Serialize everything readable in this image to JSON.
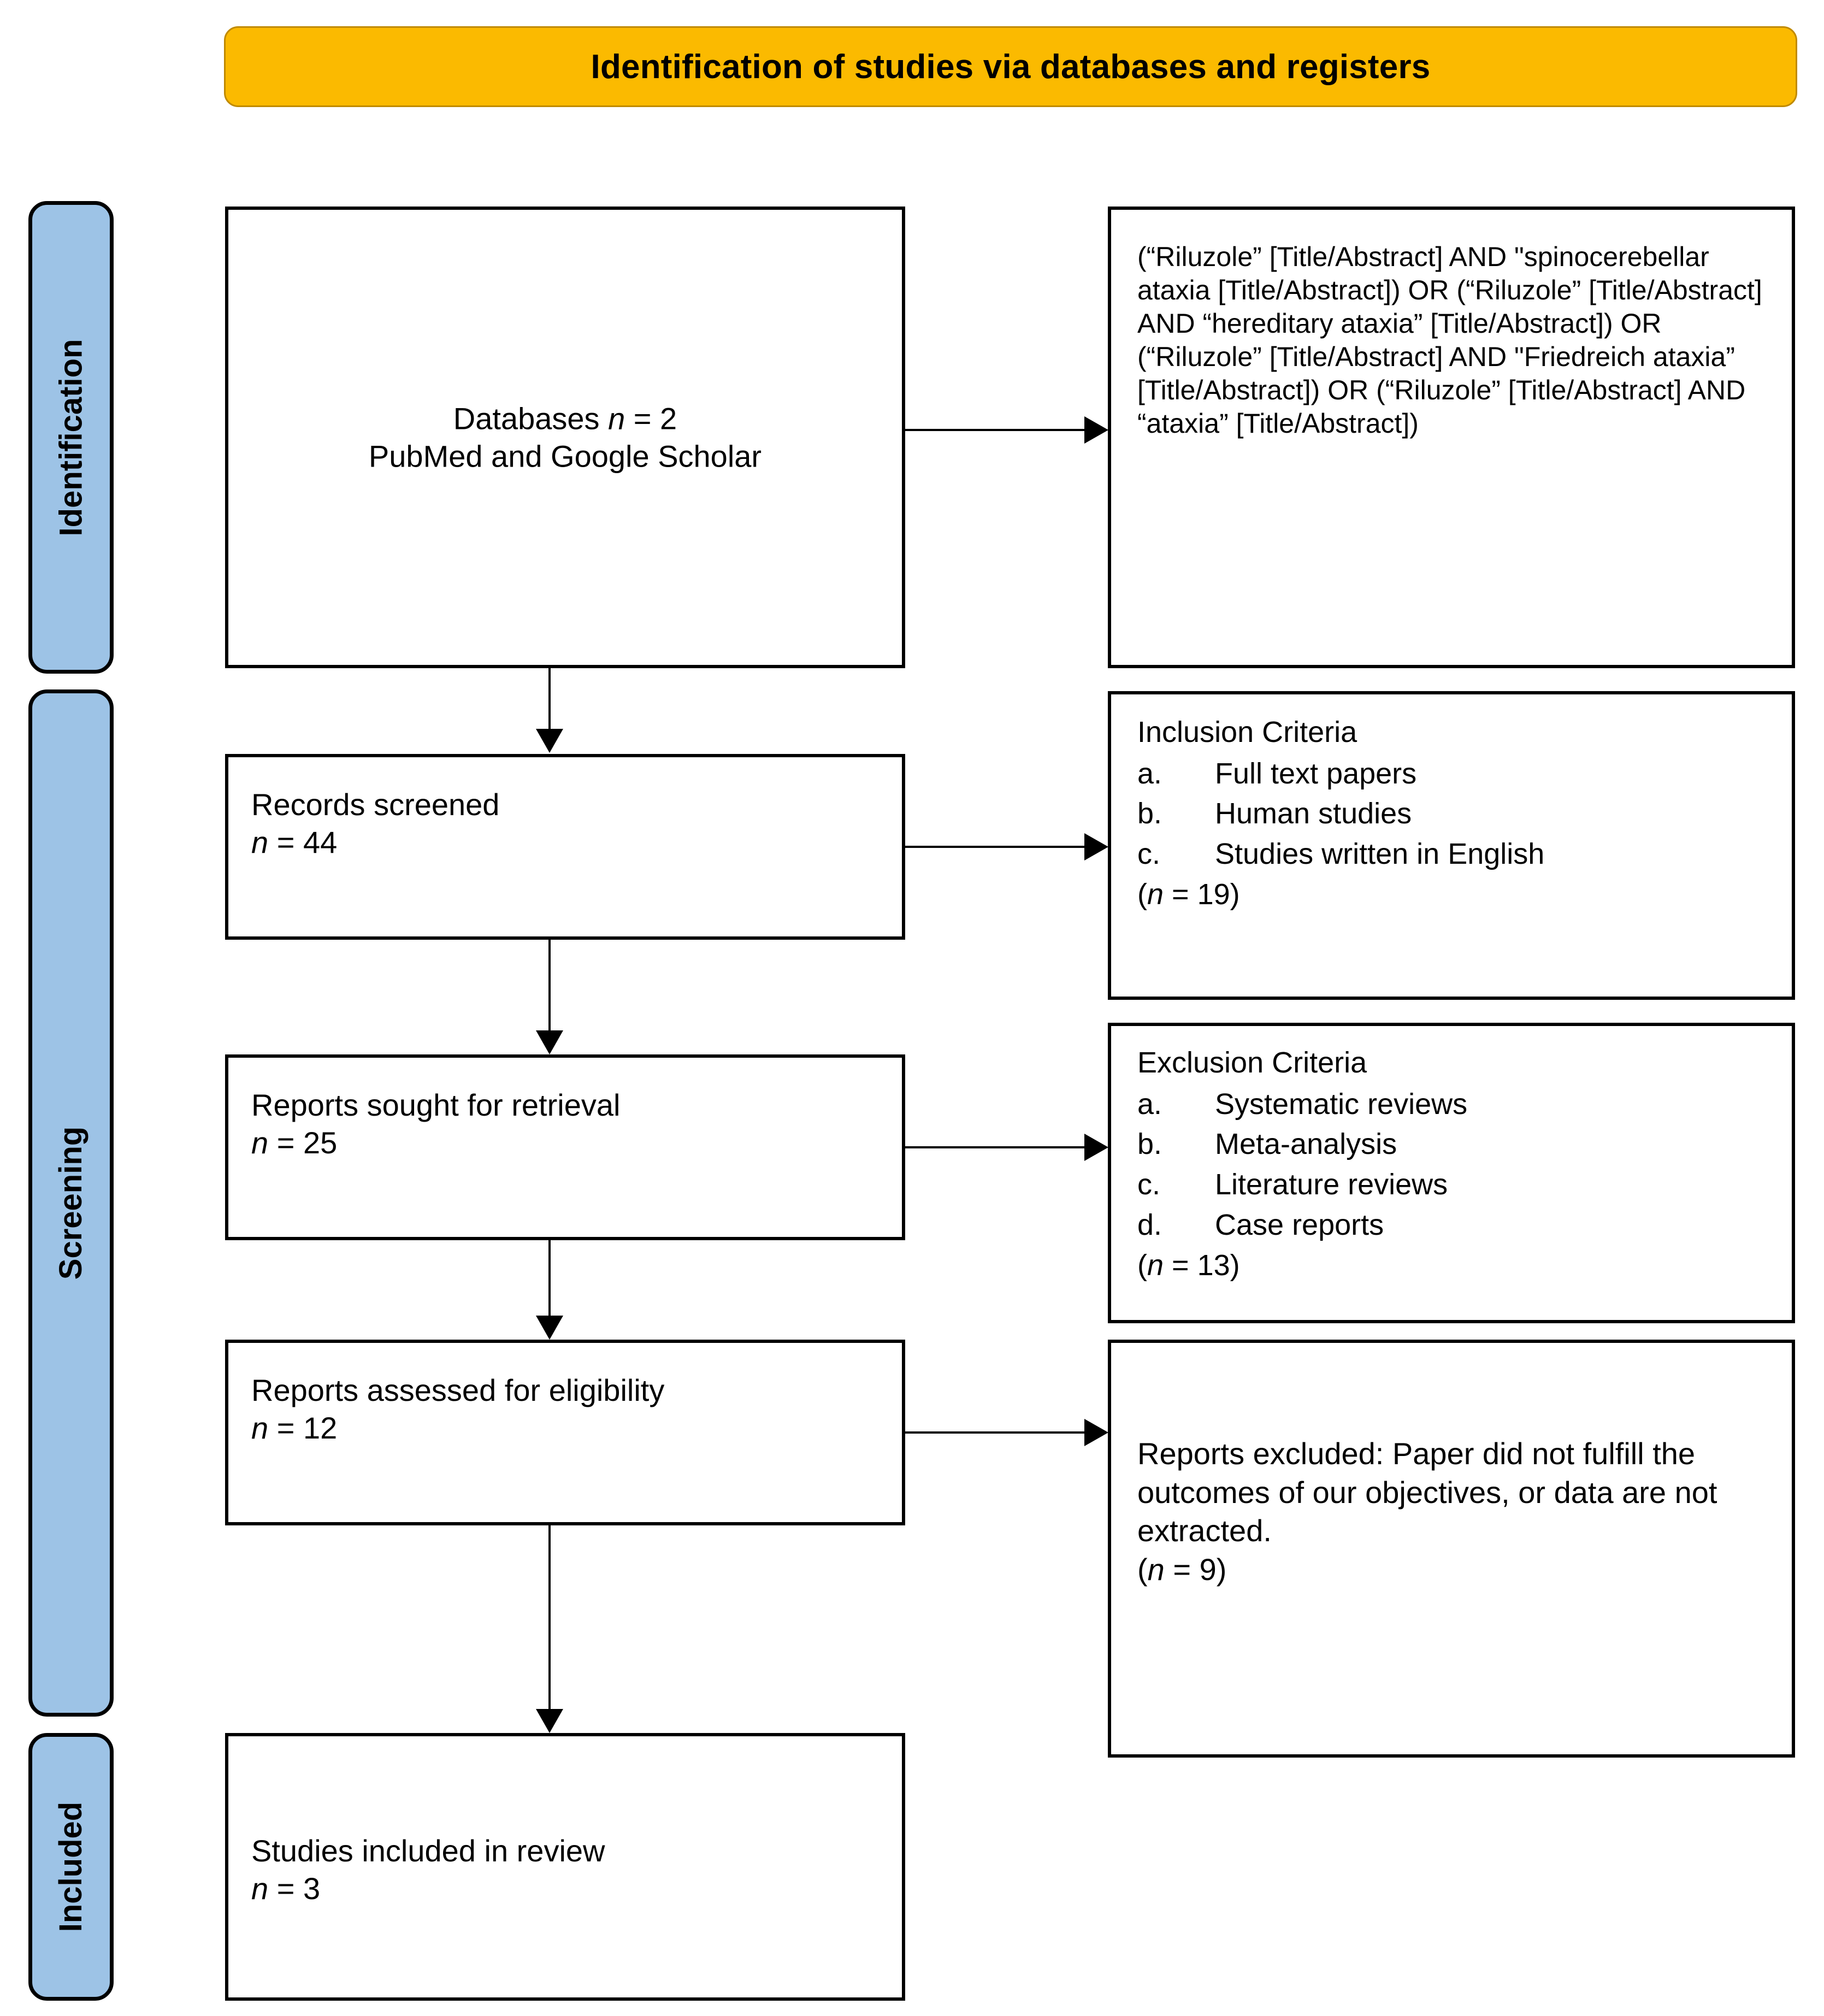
{
  "header": {
    "title": "Identification of studies via databases and registers",
    "bg_color": "#FBBA00"
  },
  "stages": {
    "accent_color": "#9DC3E6",
    "items": [
      {
        "id": "identification",
        "label": "Identification"
      },
      {
        "id": "screening",
        "label": "Screening"
      },
      {
        "id": "included",
        "label": "Included"
      }
    ]
  },
  "flow": {
    "databases": {
      "line1_prefix": "Databases ",
      "line1_italic": "n",
      "line1_suffix": " = 2",
      "line2": "PubMed and Google Scholar"
    },
    "records_screened": {
      "title": "Records screened",
      "n_italic": "n",
      "n_value": " = 44"
    },
    "reports_sought": {
      "title": "Reports sought for retrieval",
      "n_italic": "n",
      "n_value": " = 25"
    },
    "reports_assessed": {
      "title": "Reports assessed for eligibility",
      "n_italic": "n",
      "n_value": " = 12"
    },
    "studies_included": {
      "title": "Studies included in review",
      "n_italic": "n",
      "n_value": " = 3"
    }
  },
  "side": {
    "search_query": {
      "text": "(“Riluzole” [Title/Abstract] AND \"spinocerebellar ataxia [Title/Abstract]) OR (“Riluzole” [Title/Abstract] AND “hereditary ataxia” [Title/Abstract]) OR (“Riluzole” [Title/Abstract] AND \"Friedreich ataxia” [Title/Abstract]) OR (“Riluzole” [Title/Abstract] AND “ataxia” [Title/Abstract])"
    },
    "inclusion": {
      "title": "Inclusion Criteria",
      "items": [
        {
          "marker": "a.",
          "label": "Full text papers"
        },
        {
          "marker": "b.",
          "label": "Human  studies"
        },
        {
          "marker": "c.",
          "label": "Studies  written  in English"
        }
      ],
      "count_prefix": "(",
      "count_italic": "n",
      "count_suffix": " = 19)"
    },
    "exclusion": {
      "title": "Exclusion  Criteria",
      "items": [
        {
          "marker": "a.",
          "label": "Systematic  reviews"
        },
        {
          "marker": "b.",
          "label": "Meta-analysis"
        },
        {
          "marker": "c.",
          "label": "Literature  reviews"
        },
        {
          "marker": "d.",
          "label": "Case reports"
        }
      ],
      "count_prefix": "(",
      "count_italic": "n",
      "count_suffix": " = 13)"
    },
    "reports_excluded": {
      "text": "Reports excluded: Paper did not fulfill the outcomes of our objectives, or data are not extracted.",
      "count_prefix": "(",
      "count_italic": "n",
      "count_suffix": " = 9)"
    }
  }
}
